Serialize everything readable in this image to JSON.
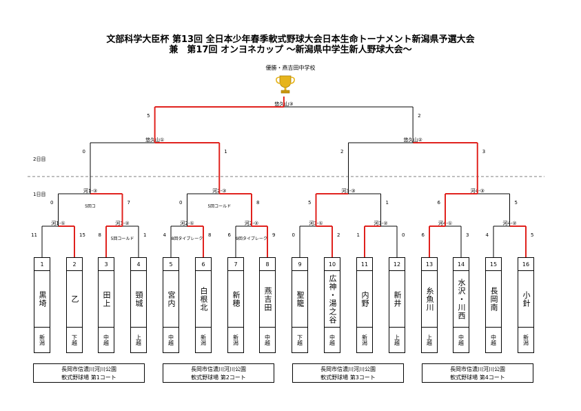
{
  "title_line1": "文部科学大臣杯 第13回 全日本少年春季軟式野球大会日本生命トーナメント新潟県予選大会",
  "title_line2": "兼　第17回 オンヨネカップ ～新潟県中学生新人野球大会～",
  "champion_label": "優勝・燕吉田中学校",
  "trophy_icon": "trophy-icon",
  "colors": {
    "winner_line": "#e0201c",
    "line": "#000000",
    "dashed": "#555555"
  },
  "day_labels": {
    "day2": "2日目",
    "day1": "1日目"
  },
  "final": {
    "label": "悠久山③",
    "score_left": "5",
    "score_right": "2"
  },
  "semis": [
    {
      "label": "悠久山①",
      "score_left": "0",
      "score_right": "1"
    },
    {
      "label": "悠久山②",
      "score_left": "2",
      "score_right": "3"
    }
  ],
  "quarters": [
    {
      "label": "河1-③",
      "note": "5回コ",
      "score_left": "0",
      "score_right": "7"
    },
    {
      "label": "河2-③",
      "note": "5回コールド",
      "score_left": "0",
      "score_right": "8"
    },
    {
      "label": "河3-③",
      "note": "",
      "score_left": "5",
      "score_right": "1"
    },
    {
      "label": "河4-③",
      "note": "",
      "score_left": "6",
      "score_right": "5"
    }
  ],
  "first_round": [
    {
      "label": "河1-①",
      "note": "",
      "score_left": "11",
      "score_right": "15"
    },
    {
      "label": "河1-②",
      "note": "5回コールド",
      "score_left": "8",
      "score_right": "1"
    },
    {
      "label": "河2-①",
      "note": "8回タイブレーク",
      "score_left": "4",
      "score_right": "8"
    },
    {
      "label": "河2-②",
      "note": "9回タイブレーク",
      "score_left": "6",
      "score_right": "9"
    },
    {
      "label": "河3-①",
      "note": "",
      "score_left": "0",
      "score_right": "2"
    },
    {
      "label": "河3-②",
      "note": "",
      "score_left": "1",
      "score_right": "0"
    },
    {
      "label": "河4-①",
      "note": "",
      "score_left": "6",
      "score_right": "3"
    },
    {
      "label": "河4-②",
      "note": "",
      "score_left": "4",
      "score_right": "5"
    }
  ],
  "teams": [
    {
      "num": "1",
      "name": "黒埼",
      "region": "新潟"
    },
    {
      "num": "2",
      "name": "乙",
      "region": "下越"
    },
    {
      "num": "3",
      "name": "田上",
      "region": "中越"
    },
    {
      "num": "4",
      "name": "頸城",
      "region": "上越"
    },
    {
      "num": "5",
      "name": "宮内",
      "region": "中越"
    },
    {
      "num": "6",
      "name": "白根北",
      "region": "新潟"
    },
    {
      "num": "7",
      "name": "新穂",
      "region": "新潟"
    },
    {
      "num": "8",
      "name": "燕吉田",
      "region": "中越"
    },
    {
      "num": "9",
      "name": "聖籠",
      "region": "下越"
    },
    {
      "num": "10",
      "name": "広神・湯之谷",
      "region": "中越"
    },
    {
      "num": "11",
      "name": "内野",
      "region": "新潟"
    },
    {
      "num": "12",
      "name": "新井",
      "region": "上越"
    },
    {
      "num": "13",
      "name": "糸魚川",
      "region": "上越"
    },
    {
      "num": "14",
      "name": "水沢・川西",
      "region": "中越"
    },
    {
      "num": "15",
      "name": "長岡南",
      "region": "中越"
    },
    {
      "num": "16",
      "name": "小針",
      "region": "新潟"
    }
  ],
  "venues": [
    {
      "line1": "長岡市信濃川河川公園",
      "line2": "軟式野球場 第1コート"
    },
    {
      "line1": "長岡市信濃川河川公園",
      "line2": "軟式野球場 第2コート"
    },
    {
      "line1": "長岡市信濃川河川公園",
      "line2": "軟式野球場 第3コート"
    },
    {
      "line1": "長岡市信濃川河川公園",
      "line2": "軟式野球場 第4コート"
    }
  ]
}
